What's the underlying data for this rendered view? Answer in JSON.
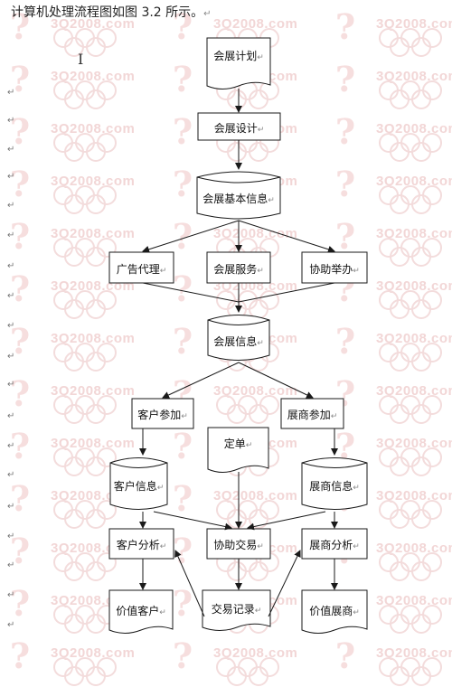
{
  "caption": "计算机处理流程图如图 3.2 所示。",
  "paragraph_mark": "↵",
  "return_mark": "↵",
  "watermark": {
    "text": "3Q2008.com",
    "logo_glyph": "?"
  },
  "nodes": {
    "plan": "会展计划",
    "design": "会展设计",
    "basic_info": "会展基本信息",
    "ad_agent": "广告代理",
    "service": "会展服务",
    "assist_host": "协助举办",
    "expo_info": "会展信息",
    "customer_join": "客户参加",
    "exhibitor_join": "展商参加",
    "order": "定单",
    "customer_info": "客户信息",
    "exhibitor_info": "展商信息",
    "customer_analysis": "客户分析",
    "assist_trade": "协助交易",
    "exhibitor_analysis": "展商分析",
    "value_customer": "价值客户",
    "trade_record": "交易记录",
    "value_exhibitor": "价值展商"
  },
  "colors": {
    "stroke": "#1a1a1a",
    "node_fill": "#ffffff",
    "watermark": "#f2d6d6"
  }
}
